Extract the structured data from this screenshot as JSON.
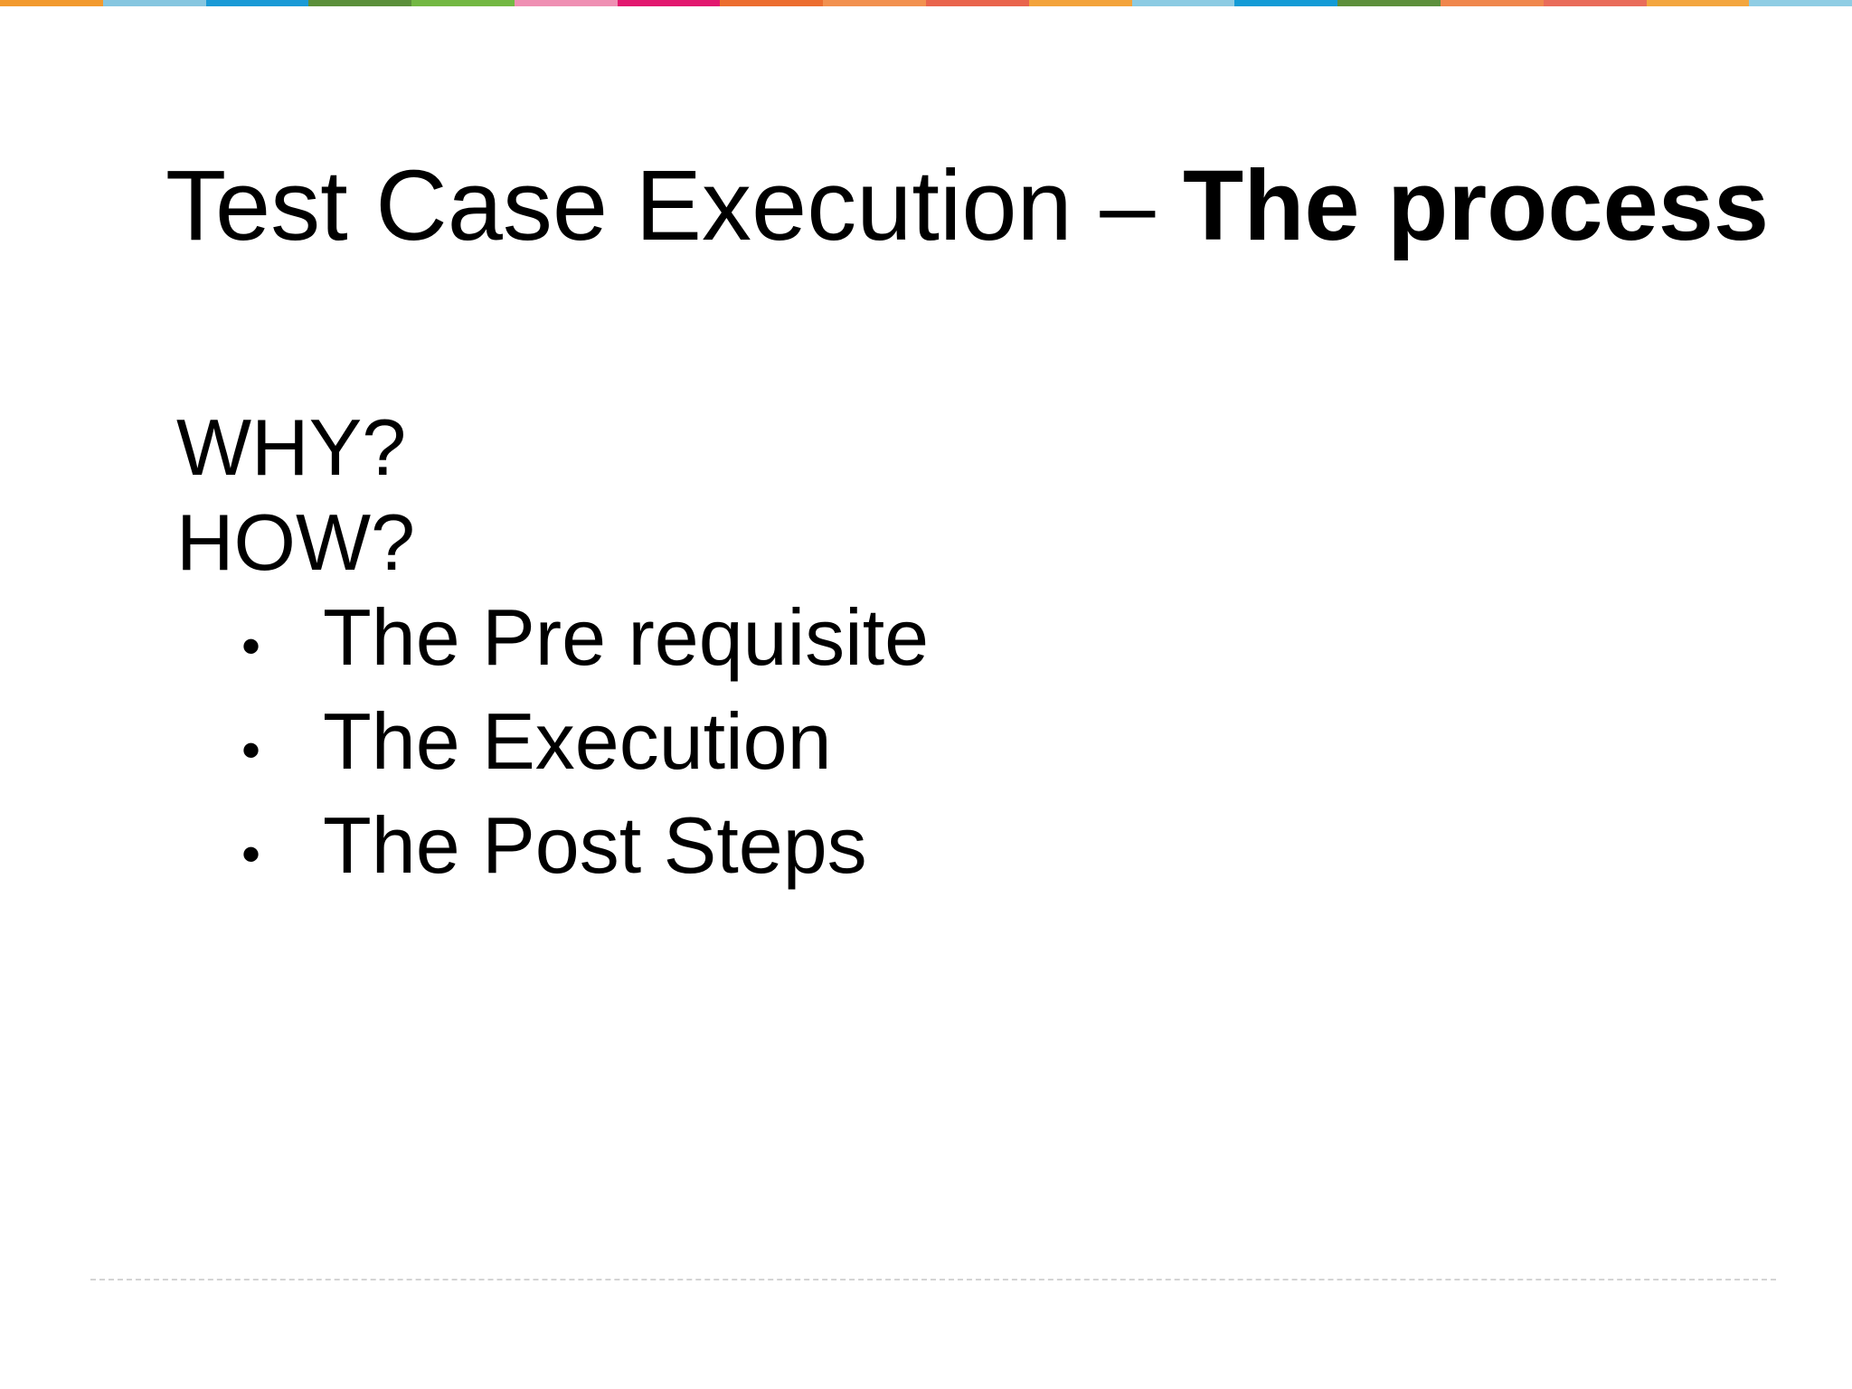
{
  "header_strip": {
    "colors": [
      "#f29a2e",
      "#86c6e0",
      "#1a9ad6",
      "#5b8f3a",
      "#73b843",
      "#ef8fb3",
      "#e2186f",
      "#ec6d2f",
      "#f2914f",
      "#e9644c",
      "#f3a33b",
      "#8ccbe3",
      "#139bd6",
      "#5d8f3c",
      "#f0874d",
      "#e96c5a",
      "#f3a63f",
      "#8fcde4"
    ]
  },
  "slide": {
    "title_regular": "Test Case Execution – ",
    "title_bold": "The process",
    "lines": [
      "WHY?",
      "HOW?"
    ],
    "bullet_glyph": "•",
    "bullets": [
      "The Pre requisite",
      "The Execution",
      "The Post Steps"
    ]
  }
}
